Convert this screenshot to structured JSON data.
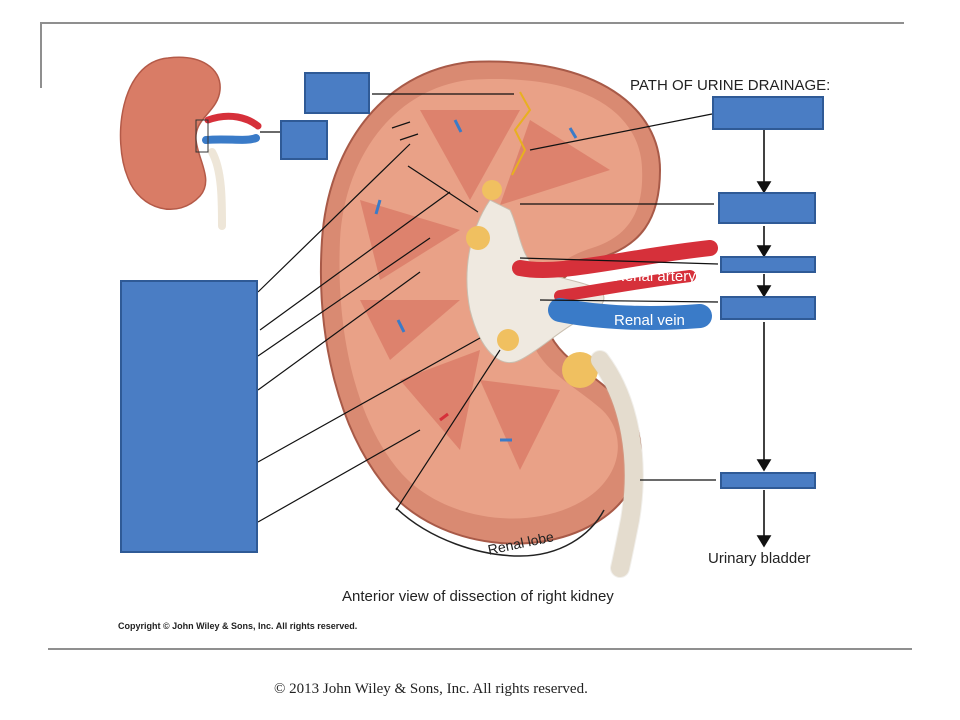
{
  "diagram": {
    "path_title": "PATH OF URINE DRAINAGE:",
    "renal_artery": "Renal artery",
    "renal_vein": "Renal vein",
    "renal_lobe": "Renal lobe",
    "urinary_bladder": "Urinary bladder",
    "caption": "Anterior view of dissection of right kidney",
    "figure_copyright": "Copyright © John Wiley & Sons, Inc. All rights reserved."
  },
  "footer": {
    "copyright": "© 2013 John Wiley & Sons, Inc. All rights reserved."
  },
  "colors": {
    "label_box": "#4a7dc4",
    "artery": "#d6303a",
    "vein": "#3a7bc8",
    "kidney": "#d9826c",
    "medulla": "#e8a08a",
    "pelvis": "#efe9e0"
  }
}
